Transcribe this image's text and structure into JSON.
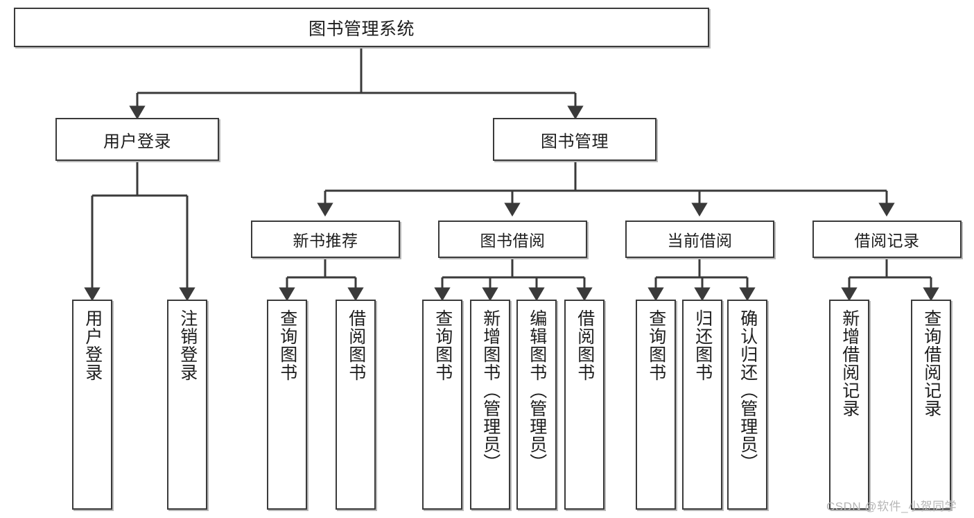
{
  "diagram": {
    "title": "图书管理系统",
    "type": "tree-hierarchy",
    "root": {
      "label": "图书管理系统"
    },
    "level1": [
      {
        "label": "用户登录"
      },
      {
        "label": "图书管理"
      }
    ],
    "level2": [
      {
        "label": "新书推荐"
      },
      {
        "label": "图书借阅"
      },
      {
        "label": "当前借阅"
      },
      {
        "label": "借阅记录"
      }
    ],
    "leaves": {
      "user_login": [
        {
          "label": "用户登录"
        },
        {
          "label": "注销登录"
        }
      ],
      "new_book_recommend": [
        {
          "label": "查询图书"
        },
        {
          "label": "借阅图书"
        }
      ],
      "book_borrow": [
        {
          "label": "查询图书"
        },
        {
          "label": "新增图书（管理员）"
        },
        {
          "label": "编辑图书（管理员）"
        },
        {
          "label": "借阅图书"
        }
      ],
      "current_borrow": [
        {
          "label": "查询图书"
        },
        {
          "label": "归还图书"
        },
        {
          "label": "确认归还（管理员）"
        }
      ],
      "borrow_record": [
        {
          "label": "新增借阅记录"
        },
        {
          "label": "查询借阅记录"
        }
      ]
    }
  },
  "watermark": {
    "text": "CSDN @软件_小贺同学"
  },
  "colors": {
    "border": "#3a3a3a",
    "shadow": "#b8b8b8",
    "text": "#1d1d1d",
    "background": "#ffffff",
    "watermark": "#b6b6b6"
  }
}
